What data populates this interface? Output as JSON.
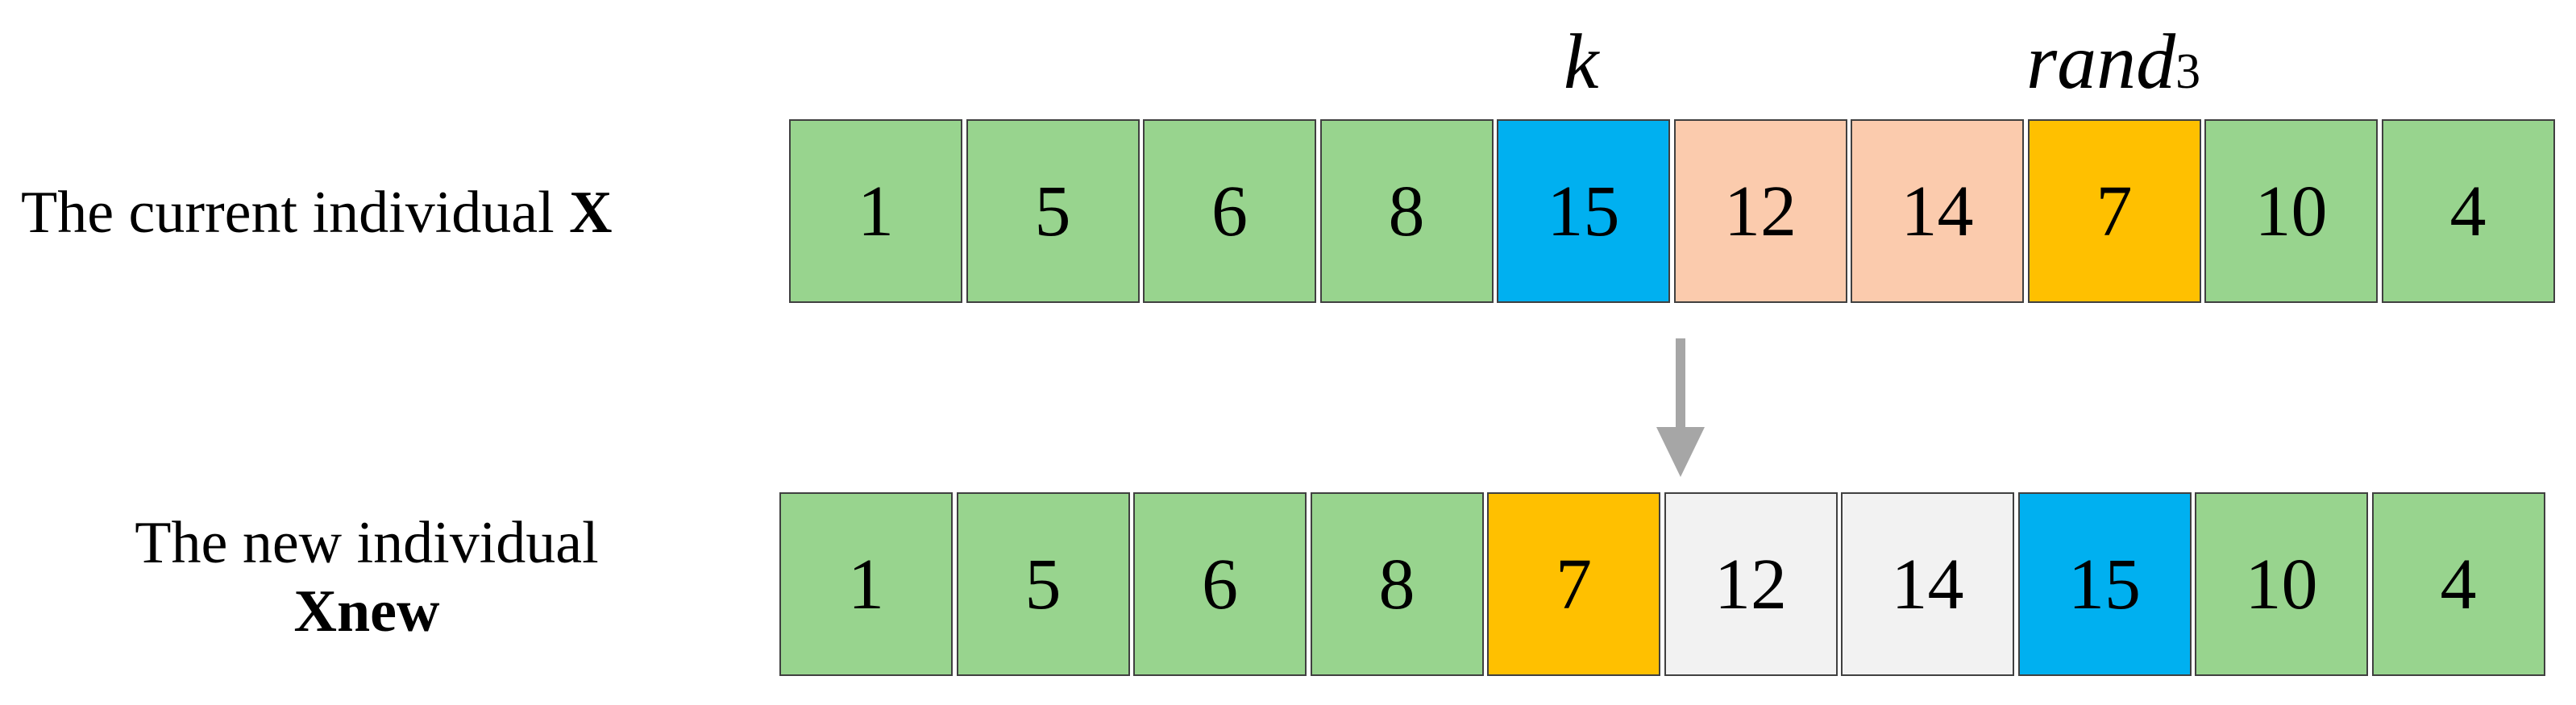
{
  "labels": {
    "current_prefix": "The current  individual ",
    "current_bold": "X",
    "new_line1": "The new individual",
    "new_line2": "Xnew"
  },
  "markers": {
    "k": "k",
    "rand_main": "rand",
    "rand_sub": "3"
  },
  "colors": {
    "green": "#98D48E",
    "blue": "#00B0F0",
    "peach": "#FBCBAD",
    "gold": "#FFC000",
    "light_gray": "#F2F2F2",
    "arrow_gray": "#A6A6A6"
  },
  "current_row": [
    {
      "value": "1",
      "color": "green"
    },
    {
      "value": "5",
      "color": "green"
    },
    {
      "value": "6",
      "color": "green"
    },
    {
      "value": "8",
      "color": "green"
    },
    {
      "value": "15",
      "color": "blue"
    },
    {
      "value": "12",
      "color": "peach"
    },
    {
      "value": "14",
      "color": "peach"
    },
    {
      "value": "7",
      "color": "gold"
    },
    {
      "value": "10",
      "color": "green"
    },
    {
      "value": "4",
      "color": "green"
    }
  ],
  "new_row": [
    {
      "value": "1",
      "color": "green"
    },
    {
      "value": "5",
      "color": "green"
    },
    {
      "value": "6",
      "color": "green"
    },
    {
      "value": "8",
      "color": "green"
    },
    {
      "value": "7",
      "color": "gold"
    },
    {
      "value": "12",
      "color": "light_gray"
    },
    {
      "value": "14",
      "color": "light_gray"
    },
    {
      "value": "15",
      "color": "blue"
    },
    {
      "value": "10",
      "color": "green"
    },
    {
      "value": "4",
      "color": "green"
    }
  ]
}
